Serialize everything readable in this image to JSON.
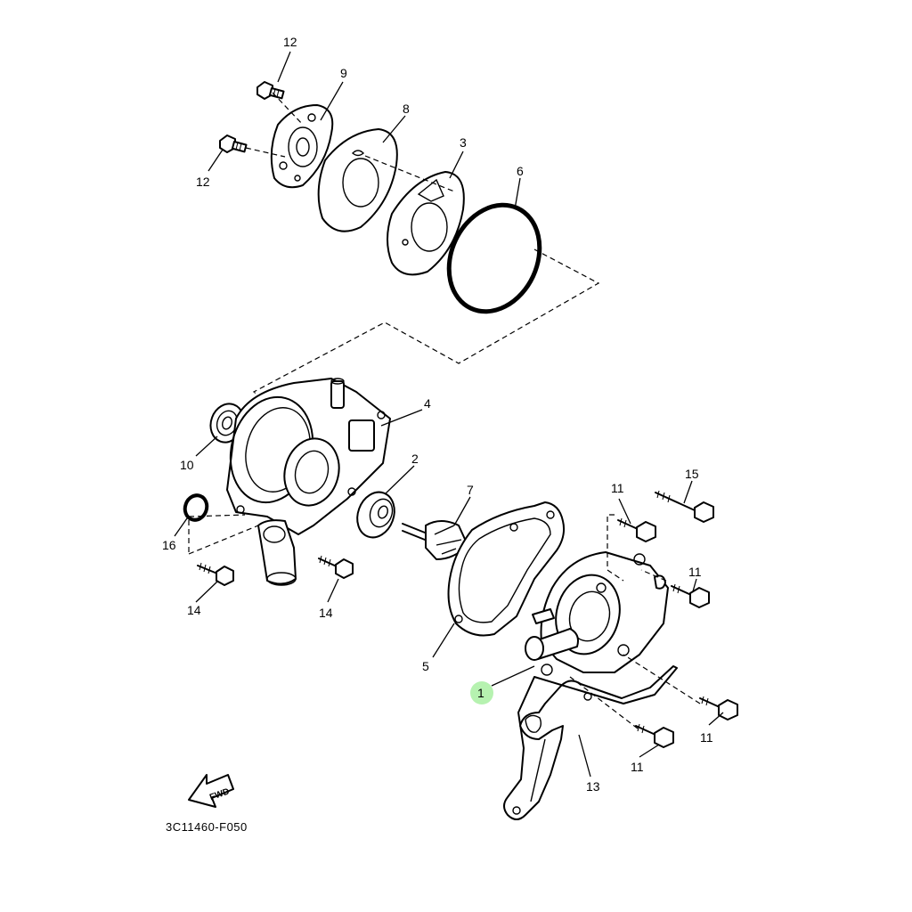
{
  "diagram": {
    "reference_code": "3C11460-F050",
    "direction_label": "FWD",
    "highlight_color": "#b6f2b0",
    "callouts": [
      {
        "id": "c12a",
        "label": "12"
      },
      {
        "id": "c9",
        "label": "9"
      },
      {
        "id": "c8",
        "label": "8"
      },
      {
        "id": "c3",
        "label": "3"
      },
      {
        "id": "c6",
        "label": "6"
      },
      {
        "id": "c12b",
        "label": "12"
      },
      {
        "id": "c4",
        "label": "4"
      },
      {
        "id": "c10",
        "label": "10"
      },
      {
        "id": "c2",
        "label": "2"
      },
      {
        "id": "c7",
        "label": "7"
      },
      {
        "id": "c16",
        "label": "16"
      },
      {
        "id": "c14a",
        "label": "14"
      },
      {
        "id": "c14b",
        "label": "14"
      },
      {
        "id": "c5",
        "label": "5"
      },
      {
        "id": "c1",
        "label": "1"
      },
      {
        "id": "c11a",
        "label": "11"
      },
      {
        "id": "c15",
        "label": "15"
      },
      {
        "id": "c11b",
        "label": "11"
      },
      {
        "id": "c11c",
        "label": "11"
      },
      {
        "id": "c11d",
        "label": "11"
      },
      {
        "id": "c13",
        "label": "13"
      }
    ]
  }
}
